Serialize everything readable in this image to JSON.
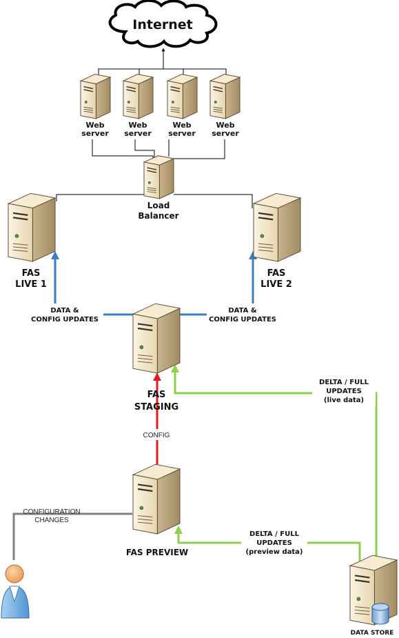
{
  "internet": {
    "label": "Internet"
  },
  "web_servers": [
    {
      "line1": "Web",
      "line2": "server"
    },
    {
      "line1": "Web",
      "line2": "server"
    },
    {
      "line1": "Web",
      "line2": "server"
    },
    {
      "line1": "Web",
      "line2": "server"
    }
  ],
  "load_balancer": {
    "line1": "Load",
    "line2": "Balancer"
  },
  "fas_live_1": {
    "line1": "FAS",
    "line2": "LIVE 1"
  },
  "fas_live_2": {
    "line1": "FAS",
    "line2": "LIVE 2"
  },
  "updates_left": {
    "line1": "DATA  &",
    "line2": "CONFIG UPDATES"
  },
  "updates_right": {
    "line1": "DATA &",
    "line2": "CONFIG UPDATES"
  },
  "fas_staging": {
    "line1": "FAS",
    "line2": "STAGING"
  },
  "live_updates": {
    "line1": "DELTA / FULL",
    "line2": "UPDATES",
    "line3": "(live data)"
  },
  "config": {
    "label": "CONFIG"
  },
  "configuration_changes": {
    "line1": "CONFIGURATION",
    "line2": "CHANGES"
  },
  "fas_preview": {
    "label": "FAS PREVIEW"
  },
  "preview_updates": {
    "line1": "DELTA / FULL",
    "line2": "UPDATES",
    "line3": "(preview data)"
  },
  "data_store": {
    "label": "DATA STORE"
  },
  "colors": {
    "data_config_arrow": "#3a7cc7",
    "config_arrow": "#e11b1b",
    "delta_arrow": "#8fd04b",
    "network_line": "#000000",
    "user_line": "#7f7f7f",
    "server_front": "#efe2c4",
    "server_side": "#b29f7a",
    "user_head": "#f2b37a",
    "user_body": "#7fb6e6"
  }
}
